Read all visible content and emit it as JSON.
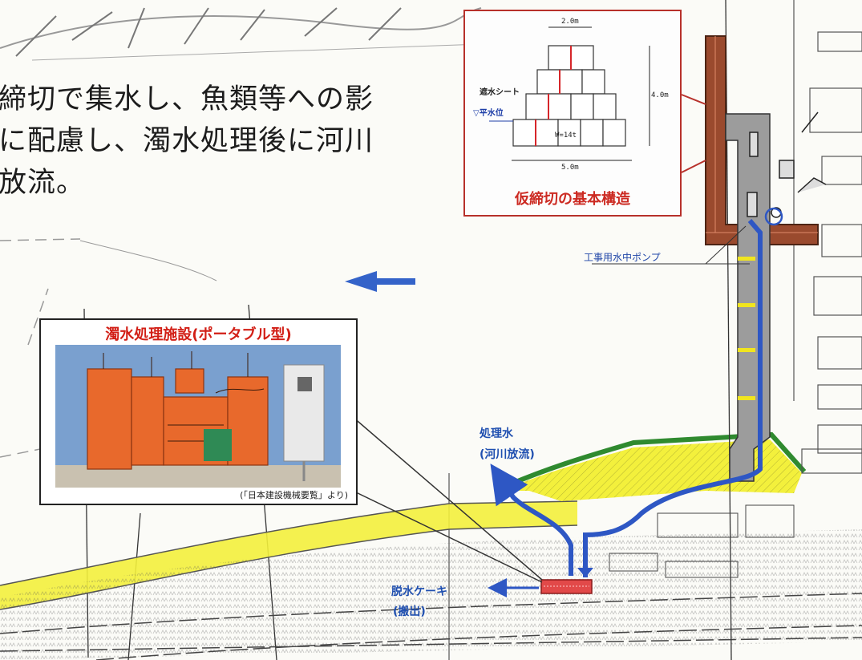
{
  "main_text": [
    "締切で集水し、魚類等への影",
    "に配慮し、濁水処理後に河川",
    "放流。"
  ],
  "structure_inset": {
    "title": "仮締切の基本構造",
    "top_width": "2.0m",
    "bottom_width": "5.0m",
    "height": "4.0m",
    "sheet_label": "遮水シート",
    "water_level_label": "▽平水位",
    "block_label": "W=14t"
  },
  "facility_inset": {
    "title": "濁水処理施設(ポータブル型)",
    "caption": "(「日本建設機械要覧」より)"
  },
  "labels": {
    "pump": "工事用水中ポンプ",
    "treated_water": "処理水",
    "river_discharge": "(河川放流)",
    "dewater_cake": "脱水ケーキ",
    "carry_out": "(搬出)"
  },
  "colors": {
    "flow_blue": "#2e57c4",
    "cofferdam_brown": "#9a4a2e",
    "embankment_yellow": "#f3f03c",
    "title_red": "#cc2a22"
  }
}
